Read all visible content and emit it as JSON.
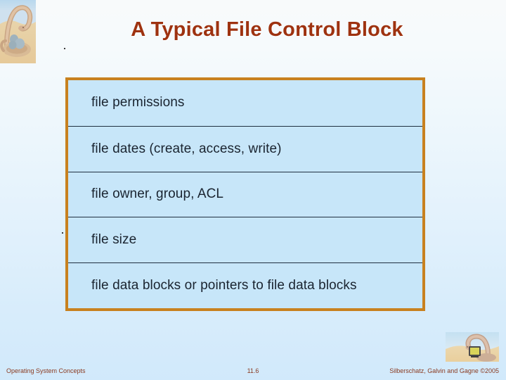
{
  "slide": {
    "title": "A Typical File Control Block",
    "accent_title_color": "#9e3210",
    "table_border_color": "#c8811f",
    "cell_fill_color": "#c7e6f9",
    "background_top_color": "#f8fafb",
    "background_bottom_color": "#d1e9fb"
  },
  "fcb": {
    "rows": [
      {
        "label": "file permissions"
      },
      {
        "label": "file dates (create, access, write)"
      },
      {
        "label": "file owner, group, ACL"
      },
      {
        "label": "file size"
      },
      {
        "label": "file data blocks or pointers to file data blocks"
      }
    ]
  },
  "footer": {
    "left": "Operating System Concepts",
    "page": "11.6",
    "right": "Silberschatz, Galvin and Gagne ©2005"
  },
  "decorations": {
    "logo_top_name": "dinosaur-nest-illustration",
    "logo_bottom_name": "dinosaur-with-computer-illustration"
  }
}
